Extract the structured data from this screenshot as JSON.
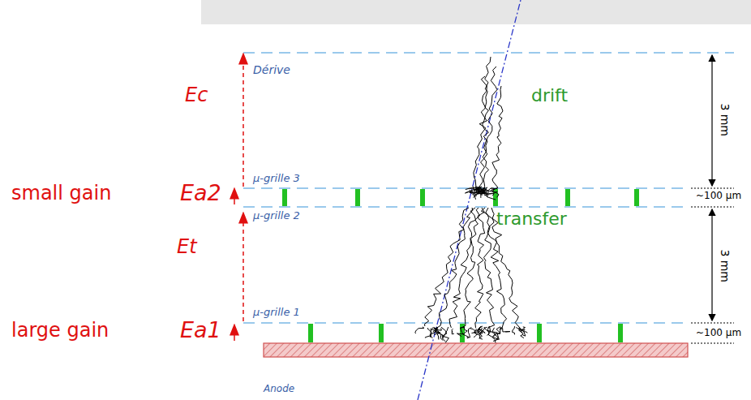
{
  "diagram": {
    "labels": [
      "Dérive",
      "drift",
      "3 mm",
      "Ec",
      "µ-grille 3",
      "~100 µm",
      "small gain",
      "Ea2",
      "µ-grille 2",
      "transfer",
      "Et",
      "3 mm",
      "µ-grille 1",
      "large gain",
      "Ea1",
      "~100 µm",
      "Anode"
    ]
  }
}
